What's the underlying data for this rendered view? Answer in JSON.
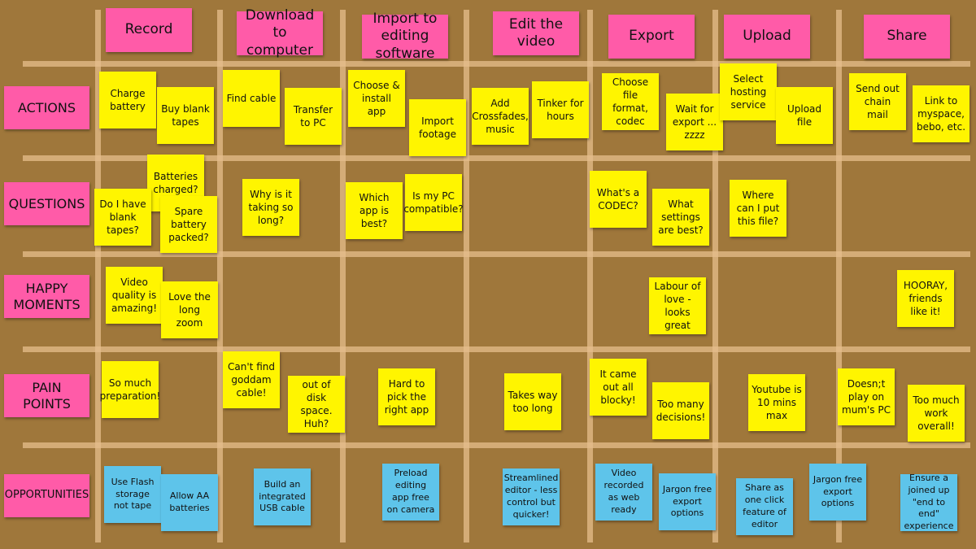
{
  "colors": {
    "board": "#9f773b",
    "header": "#ff5ba8",
    "note": "#fff500",
    "opportunity": "#5ec4ea",
    "grid": "#e6be8c"
  },
  "columns": [
    "Record",
    "Download to computer",
    "Import to editing software",
    "Edit the video",
    "Export",
    "Upload",
    "Share"
  ],
  "rows": [
    "ACTIONS",
    "QUESTIONS",
    "HAPPY MOMENTS",
    "PAIN POINTS",
    "OPPORTUNITIES"
  ],
  "notes": {
    "actions": [
      "Charge battery",
      "Buy blank tapes",
      "Find cable",
      "Transfer to PC",
      "Choose & install app",
      "Import footage",
      "Add Crossfades, music",
      "Tinker for hours",
      "Choose file format, codec",
      "Wait for export ... zzzz",
      "Select hosting service",
      "Upload file",
      "Send out chain mail",
      "Link to myspace, bebo, etc."
    ],
    "questions": [
      "Batteries charged?",
      "Do I have blank tapes?",
      "Spare battery packed?",
      "Why is it taking so long?",
      "Which app is best?",
      "Is my PC compatible?",
      "What's a CODEC?",
      "What settings are best?",
      "Where can I put this file?"
    ],
    "happy_moments": [
      "Video quality is amazing!",
      "Love the long zoom",
      "Labour of love - looks great",
      "HOORAY, friends like it!"
    ],
    "pain_points": [
      "So much preparation!",
      "Can't find goddam cable!",
      "out of disk space. Huh?",
      "Hard to pick the right app",
      "Takes way too long",
      "It came out all blocky!",
      "Too many decisions!",
      "Youtube is 10 mins max",
      "Doesn;t play on mum's PC",
      "Too much work overall!"
    ],
    "opportunities": [
      "Use Flash storage not tape",
      "Allow AA batteries",
      "Build an integrated USB cable",
      "Preload editing app free on camera",
      "Streamlined editor - less control but quicker!",
      "Video recorded as web ready",
      "Jargon free export options",
      "Share as one click feature of editor",
      "Jargon free export options",
      "Ensure a joined up \"end to end\" experience"
    ]
  }
}
